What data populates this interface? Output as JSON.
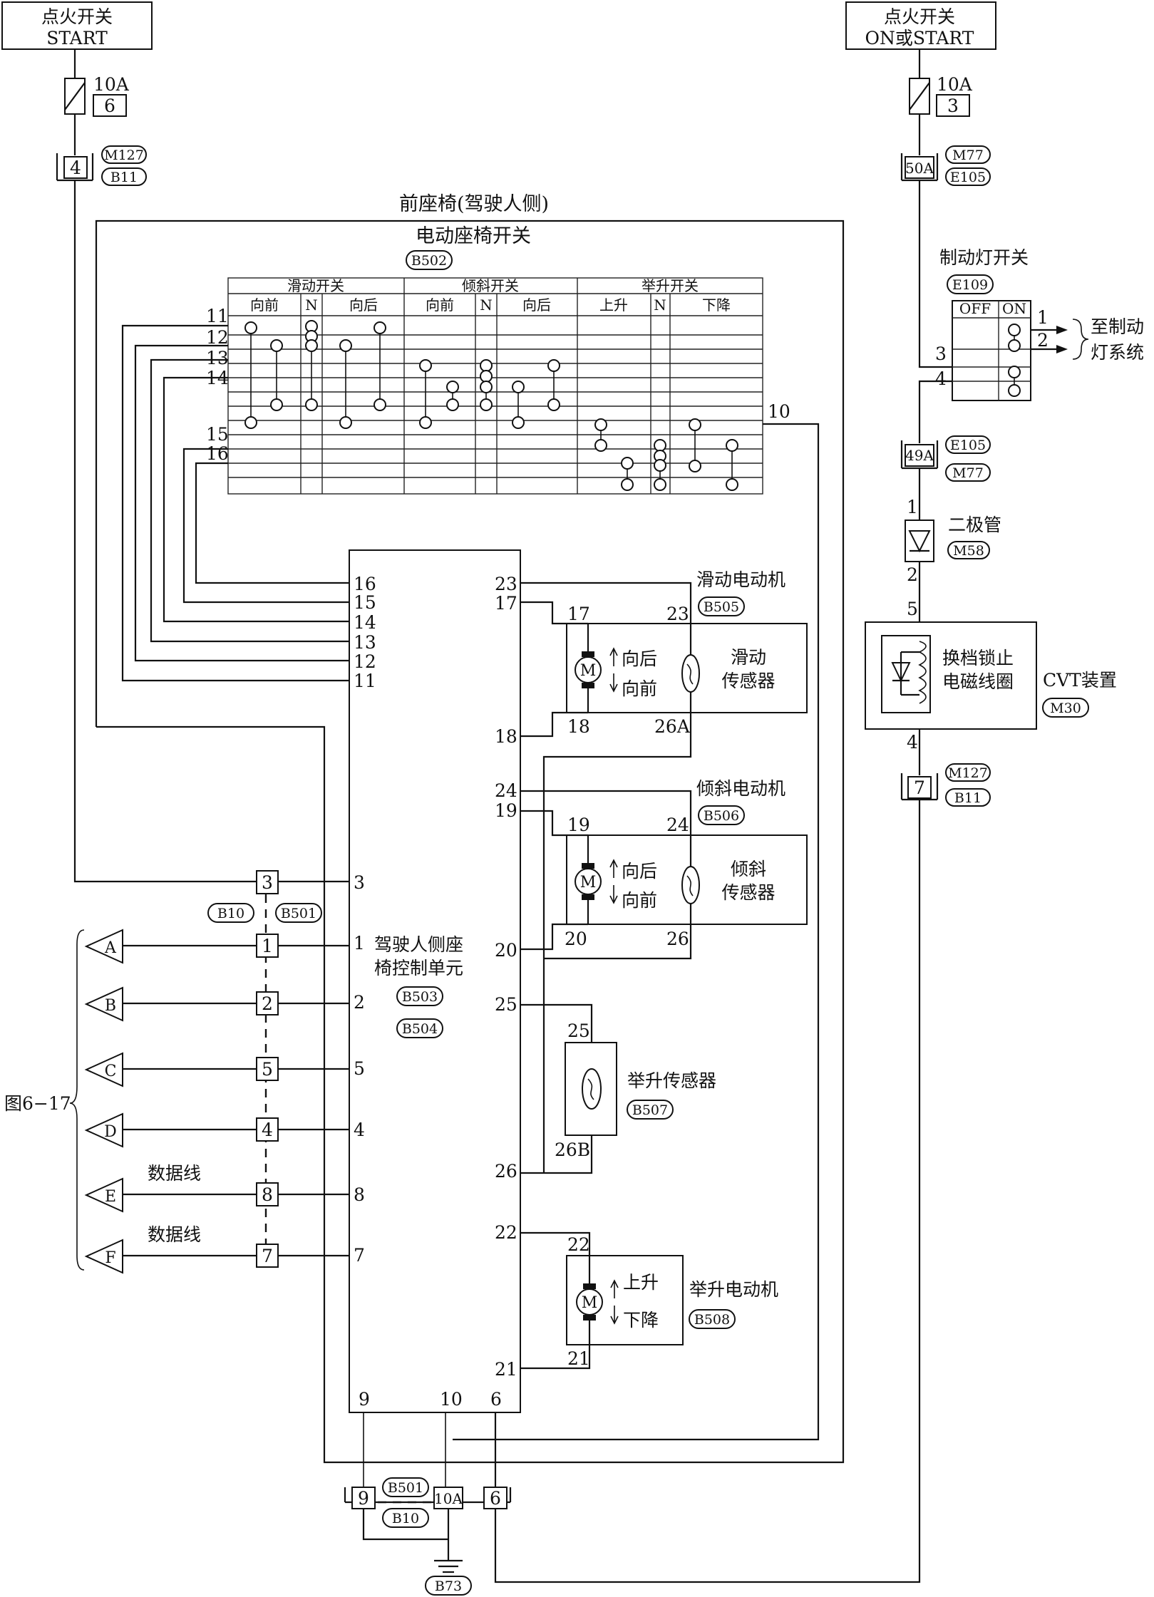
{
  "ignition_left": {
    "line1": "点火开关",
    "line2": "START",
    "fuse_rating": "10A",
    "fuse_no": "6",
    "conn_pin": "4",
    "conn_tags": [
      "M127",
      "B11"
    ]
  },
  "ignition_right": {
    "line1": "点火开关",
    "line2": "ON或START",
    "fuse_rating": "10A",
    "fuse_no": "3",
    "conn_pin": "50A",
    "conn_tags": [
      "M77",
      "E105"
    ]
  },
  "seat": {
    "title": "前座椅(驾驶人侧)",
    "switch_title": "电动座椅开关",
    "switch_tag": "B502"
  },
  "switch_table": {
    "groups": [
      "滑动开关",
      "倾斜开关",
      "举升开关"
    ],
    "columns": [
      "向前",
      "N",
      "向后",
      "向前",
      "N",
      "向后",
      "上升",
      "N",
      "下降"
    ],
    "rows_left": [
      "11",
      "12",
      "13",
      "14",
      "15",
      "16"
    ],
    "row_right": "10"
  },
  "brake_switch": {
    "title": "制动灯开关",
    "tag": "E109",
    "off": "OFF",
    "on": "ON",
    "pin3": "3",
    "pin4": "4",
    "out1": "1",
    "out2": "2",
    "dest_line1": "至制动",
    "dest_line2": "灯系统"
  },
  "right_chain": {
    "conn_pin": "49A",
    "conn_tags": [
      "E105",
      "M77"
    ],
    "diode_label": "二极管",
    "diode_tag": "M58",
    "diode_pin1": "1",
    "diode_pin2": "2",
    "cvt_pin5": "5",
    "cvt_pin4": "4",
    "cvt_coil_line1": "换档锁止",
    "cvt_coil_line2": "电磁线圈",
    "cvt_label": "CVT装置",
    "cvt_tag": "M30",
    "bottom_conn_pin": "7",
    "bottom_conn_tags": [
      "M127",
      "B11"
    ]
  },
  "control_unit": {
    "line1": "驾驶人侧座",
    "line2": "椅控制单元",
    "tags": [
      "B503",
      "B504"
    ],
    "left_pins": [
      "16",
      "15",
      "14",
      "13",
      "12",
      "11",
      "3",
      "1",
      "2",
      "5",
      "4",
      "8",
      "7"
    ],
    "right_pins": [
      "23",
      "17",
      "18",
      "24",
      "19",
      "20",
      "25",
      "26",
      "22",
      "21"
    ],
    "bottom_pins": [
      "9",
      "10",
      "6"
    ]
  },
  "slide_motor": {
    "title": "滑动电动机",
    "tag": "B505",
    "pins": [
      "17",
      "23",
      "18",
      "26A"
    ],
    "back": "向后",
    "fwd": "向前",
    "sensor_line1": "滑动",
    "sensor_line2": "传感器",
    "m": "M"
  },
  "tilt_motor": {
    "title": "倾斜电动机",
    "tag": "B506",
    "pins": [
      "19",
      "24",
      "20",
      "26"
    ],
    "back": "向后",
    "fwd": "向前",
    "sensor_line1": "倾斜",
    "sensor_line2": "传感器",
    "m": "M"
  },
  "lift_sensor": {
    "title": "举升传感器",
    "tag": "B507",
    "pins": [
      "25",
      "26B"
    ]
  },
  "lift_motor": {
    "title": "举升电动机",
    "tag": "B508",
    "pins": [
      "22",
      "21"
    ],
    "up": "上升",
    "down": "下降",
    "m": "M"
  },
  "left_connector": {
    "tags": [
      "B10",
      "B501"
    ],
    "pins": [
      "3",
      "1",
      "2",
      "5",
      "4",
      "8",
      "7"
    ]
  },
  "arrows": [
    "A",
    "B",
    "C",
    "D",
    "E",
    "F"
  ],
  "data_line_label": "数据线",
  "figure_ref": "图6−17",
  "bottom_connector": {
    "pins": [
      "9",
      "10A",
      "6"
    ],
    "tags": [
      "B501",
      "B10"
    ]
  },
  "ground_tag": "B73"
}
